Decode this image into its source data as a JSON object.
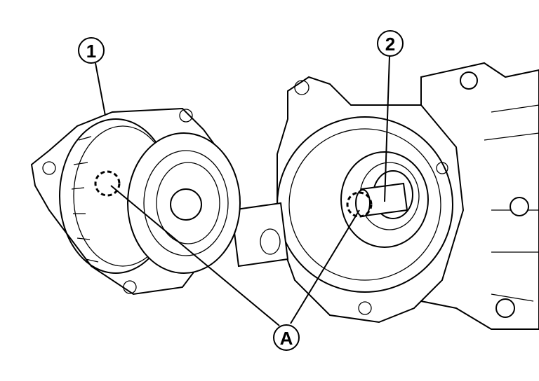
{
  "callouts": {
    "part_1": "1",
    "part_2": "2",
    "mark_a": "A"
  },
  "colors": {
    "line": "#000000",
    "background": "#ffffff"
  }
}
